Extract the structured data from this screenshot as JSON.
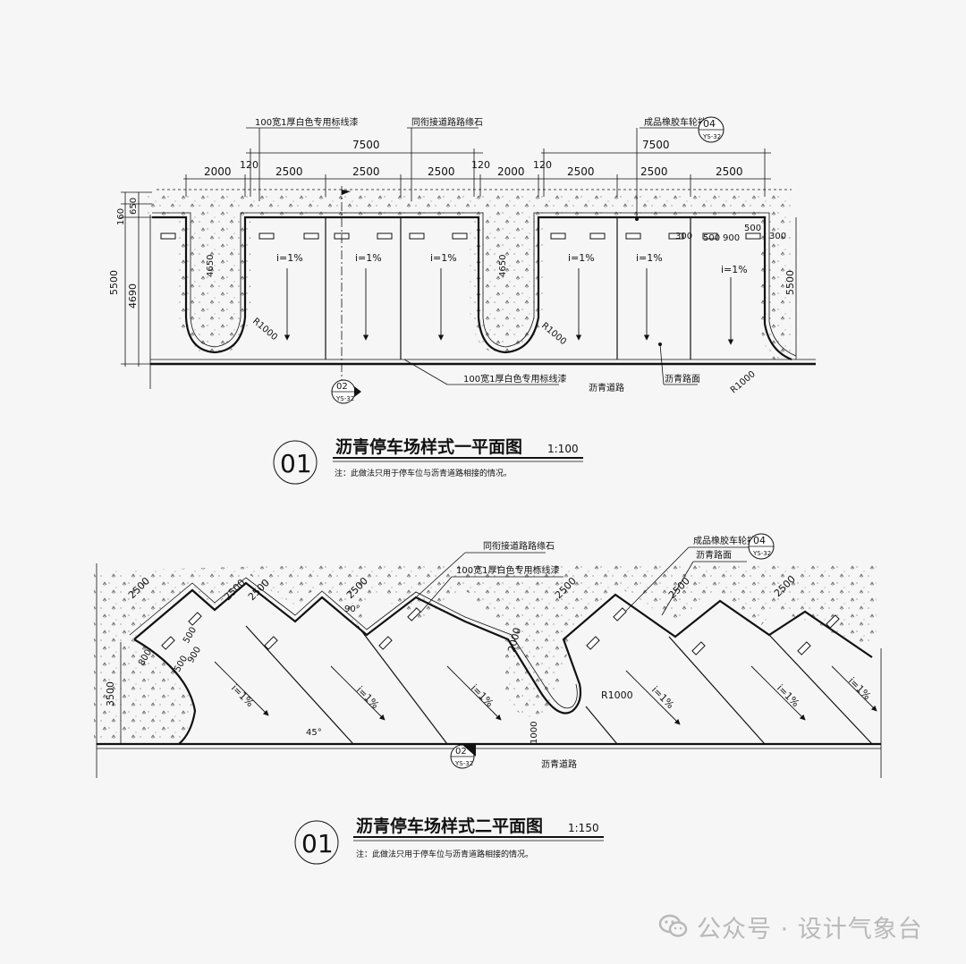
{
  "plan1": {
    "title": "沥青停车场样式一平面图",
    "scale": "1:100",
    "note": "注：此做法只用于停车位与沥青道路相接的情况。",
    "index": "01",
    "callout_top": [
      "100宽1厚白色专用标线漆",
      "同衔接道路路缘石",
      "成品橡胶车轮挡"
    ],
    "callout_bottom": [
      "100宽1厚白色专用标线漆",
      "沥青道路",
      "沥青路面"
    ],
    "detail_ref": {
      "num": "04",
      "sheet": "YS-32"
    },
    "section_ref": {
      "num": "02",
      "sheet": "YS-32"
    },
    "dims_top": [
      "2000",
      "120",
      "2500",
      "2500",
      "2500",
      "120",
      "2000",
      "120",
      "2500",
      "2500",
      "2500"
    ],
    "dims_span": [
      "7500",
      "7500"
    ],
    "dims_left": [
      "160",
      "650",
      "5500",
      "4690"
    ],
    "dims_right": [
      "5500"
    ],
    "dims_misc": [
      "4650",
      "4650",
      "R1000",
      "R1000",
      "R1000",
      "300",
      "500",
      "900",
      "300",
      "500"
    ],
    "slope": "i=1%"
  },
  "plan2": {
    "title": "沥青停车场样式二平面图",
    "scale": "1:150",
    "note": "注：此做法只用于停车位与沥青道路相接的情况。",
    "index": "01",
    "callouts": [
      "同衔接道路路缘石",
      "100宽1厚白色专用标线漆",
      "成品橡胶车轮挡",
      "沥青路面",
      "沥青道路"
    ],
    "detail_ref": {
      "num": "04",
      "sheet": "YS-32"
    },
    "section_ref": {
      "num": "02",
      "sheet": "YS-32"
    },
    "dims": [
      "2500",
      "2500",
      "2500",
      "2500",
      "2500",
      "2500",
      "2500",
      "90°",
      "45°",
      "2000",
      "R1000",
      "1000",
      "3500",
      "500",
      "900",
      "500",
      "800"
    ],
    "slope": "i=1%"
  },
  "watermark": "公众号 · 设计气象台"
}
